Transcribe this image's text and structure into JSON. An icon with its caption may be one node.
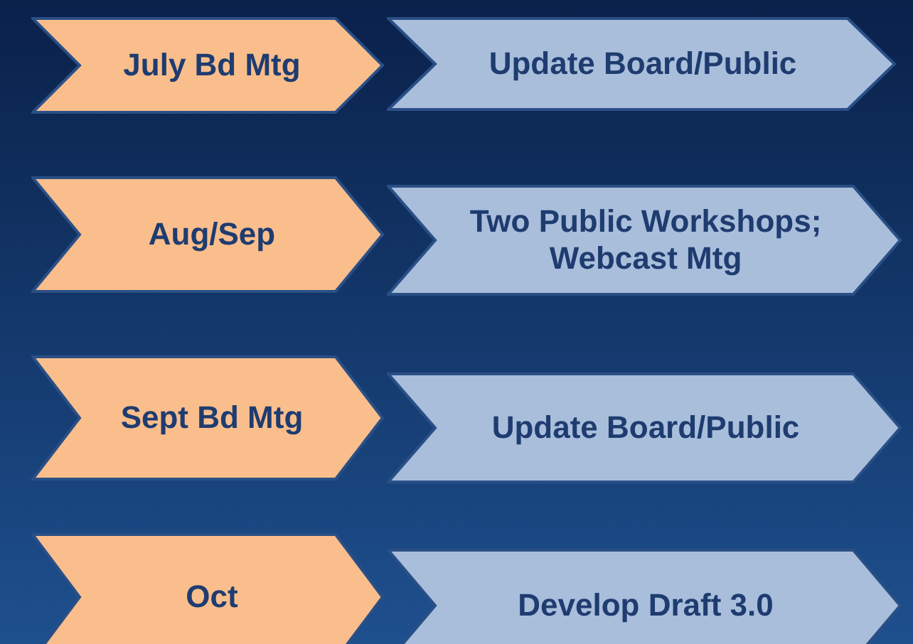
{
  "diagram": {
    "nodes": [
      {
        "text": [
          "July Bd Mtg"
        ]
      },
      {
        "text": [
          "Update Board/Public"
        ]
      },
      {
        "text": [
          "Aug/Sep"
        ]
      },
      {
        "text": [
          "Two Public Workshops; Webcast Mtg"
        ]
      },
      {
        "text": [
          "Sept Bd Mtg"
        ]
      },
      {
        "text": [
          "Update Board/Public"
        ]
      },
      {
        "text": [
          "Oct"
        ]
      },
      {
        "text": [
          "Develop Draft 3.0"
        ]
      }
    ]
  }
}
